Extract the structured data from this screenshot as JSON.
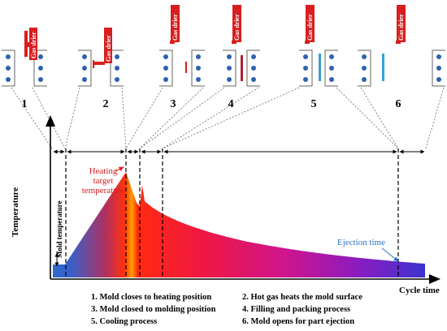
{
  "panels": [
    {
      "number": "1",
      "gas_label": "Gas drier"
    },
    {
      "number": "2",
      "gas_label": "Gas drier"
    },
    {
      "number": "3",
      "gas_label": "Gas drier"
    },
    {
      "number": "4",
      "gas_label": "Gas drier"
    },
    {
      "number": "5",
      "gas_label": "Gas drier"
    },
    {
      "number": "6",
      "gas_label": "Gas drier"
    }
  ],
  "axes": {
    "ylabel": "Temperature",
    "xlabel": "Cycle time"
  },
  "annotations": {
    "heating_target_line1": "Heating",
    "heating_target_line2": "target",
    "heating_target_line3": "temperature",
    "mold_temperature": "Mold temperature",
    "ejection_time": "Ejection time"
  },
  "legend": [
    "1. Mold closes to heating position",
    "2. Hot gas heats the mold surface",
    "3. Mold closed to molding position",
    "4. Filling and packing process",
    "5. Cooling process",
    "6. Mold opens for part ejection"
  ],
  "colors": {
    "gas_drier": "#d81e1e",
    "curve_start": "#2e67c9",
    "curve_peak": "#ff3a1a",
    "curve_end": "#4a3ad0",
    "ejection_label": "#2a73c7",
    "heating_label": "#d91c1c"
  }
}
